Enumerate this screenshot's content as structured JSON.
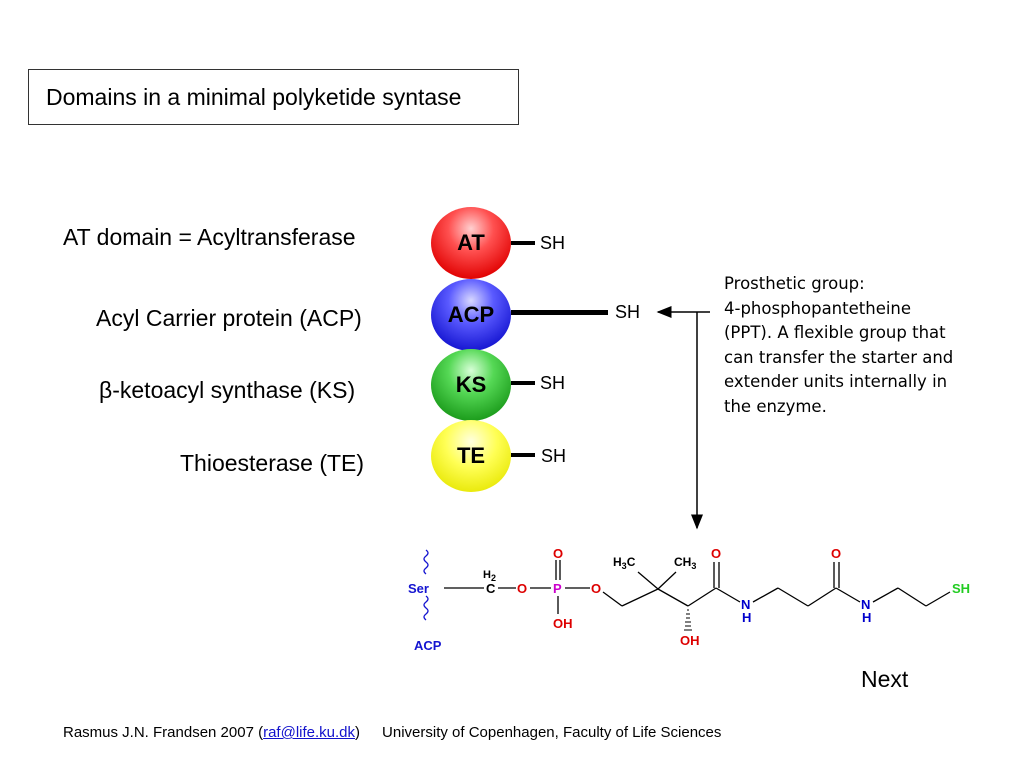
{
  "title": "Domains in a minimal polyketide syntase",
  "domains": [
    {
      "abbr": "AT",
      "label": "AT domain = Acyltransferase",
      "thiol": "SH"
    },
    {
      "abbr": "ACP",
      "label": "Acyl Carrier protein (ACP)",
      "thiol": "SH"
    },
    {
      "abbr": "KS",
      "label_prefix": "β",
      "label": "-ketoacyl synthase (KS)",
      "thiol": "SH"
    },
    {
      "abbr": "TE",
      "label": "Thioesterase (TE)",
      "thiol": "SH"
    }
  ],
  "colors": {
    "AT": "#e00000",
    "ACP": "#1414d0",
    "KS": "#1a9a1a",
    "TE": "#e6e600",
    "phosphorus": "#cc00cc",
    "oxygen": "#dd0000",
    "nitrogen": "#0000cc",
    "sulfur": "#22cc22"
  },
  "note_lines": [
    "Prosthetic group:",
    "4-phosphopantetheine",
    "(PPT). A flexible group that",
    "can transfer the starter and",
    "extender units internally in",
    "the enzyme."
  ],
  "molecule": {
    "ser": "Ser",
    "acp": "ACP",
    "h2": "H2",
    "c": "C",
    "o": "O",
    "p": "P",
    "oh": "OH",
    "h3c": "H3C",
    "ch3": "CH3",
    "n": "N",
    "h": "H",
    "sh": "SH"
  },
  "next_label": "Next",
  "footer": {
    "author": "Rasmus J.N. Frandsen 2007 (",
    "email": "raf@life.ku.dk",
    "close": ")",
    "institution": "University of Copenhagen, Faculty of Life Sciences"
  }
}
